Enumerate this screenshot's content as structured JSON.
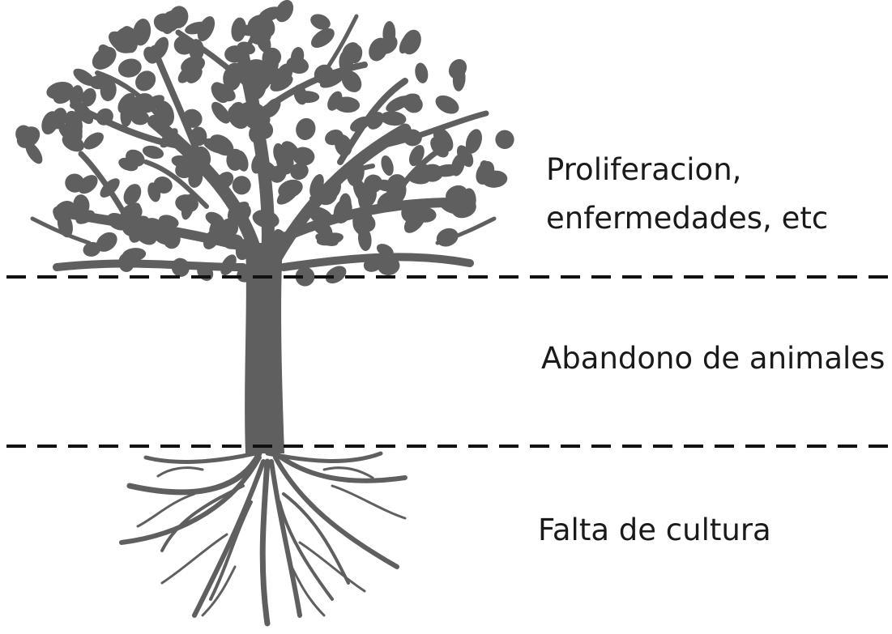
{
  "labels": {
    "crown_line1": "Proliferacion,",
    "crown_line2": "enfermedades, etc",
    "trunk": "Abandono de animales",
    "roots": "Falta de cultura"
  },
  "colors": {
    "tree": "#5f5f5f",
    "divider": "#111111",
    "text": "#1a1a1a",
    "background": "#ffffff"
  }
}
